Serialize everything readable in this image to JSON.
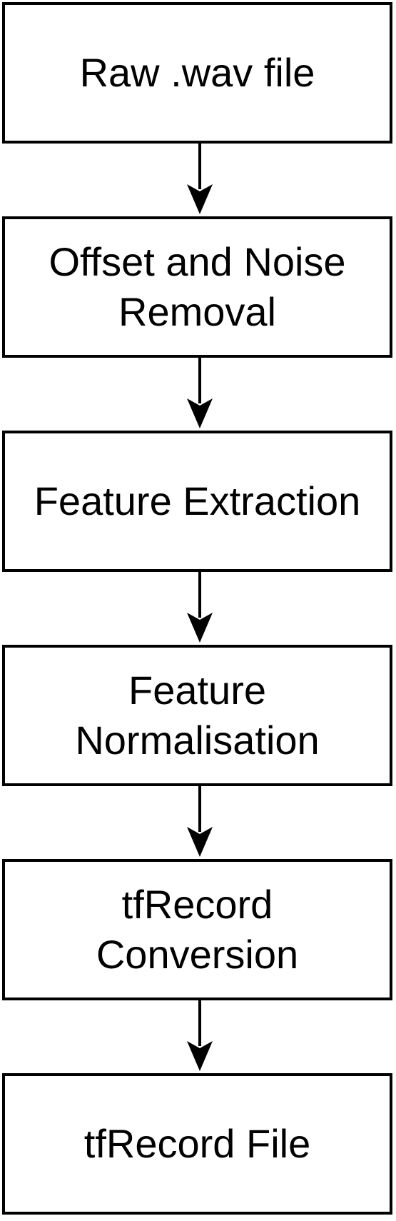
{
  "diagram": {
    "steps": [
      {
        "label": "Raw .wav file"
      },
      {
        "label": "Offset and Noise\nRemoval"
      },
      {
        "label": "Feature Extraction"
      },
      {
        "label": "Feature\nNormalisation"
      },
      {
        "label": "tfRecord\nConversion"
      },
      {
        "label": "tfRecord File"
      }
    ],
    "connectors": [
      {
        "from": 0,
        "to": 1
      },
      {
        "from": 1,
        "to": 2
      },
      {
        "from": 2,
        "to": 3
      },
      {
        "from": 3,
        "to": 4
      },
      {
        "from": 4,
        "to": 5
      }
    ],
    "colors": {
      "stroke": "#000000",
      "fill": "#ffffff",
      "text": "#000000"
    }
  }
}
